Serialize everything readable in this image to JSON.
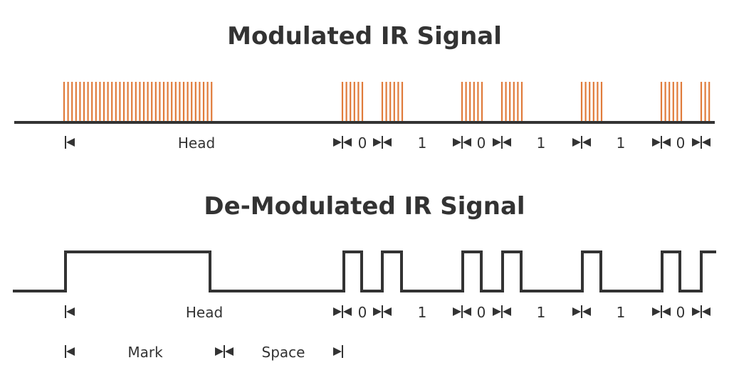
{
  "modulated": {
    "title": "Modulated IR Signal",
    "burst_color": "#E07B3A",
    "labels": {
      "head": "Head",
      "bits": [
        "0",
        "1",
        "0",
        "1",
        "1",
        "0"
      ]
    }
  },
  "demodulated": {
    "title": "De-Modulated IR Signal",
    "labels": {
      "head": "Head",
      "bits": [
        "0",
        "1",
        "0",
        "1",
        "1",
        "0"
      ],
      "mark": "Mark",
      "space": "Space"
    }
  },
  "signal": {
    "bits": [
      0,
      1,
      0,
      1,
      1,
      0
    ],
    "segments": [
      "head-mark",
      "head-space",
      "bit-0",
      "bit-1",
      "bit-0",
      "bit-1",
      "bit-1",
      "bit-0"
    ]
  }
}
